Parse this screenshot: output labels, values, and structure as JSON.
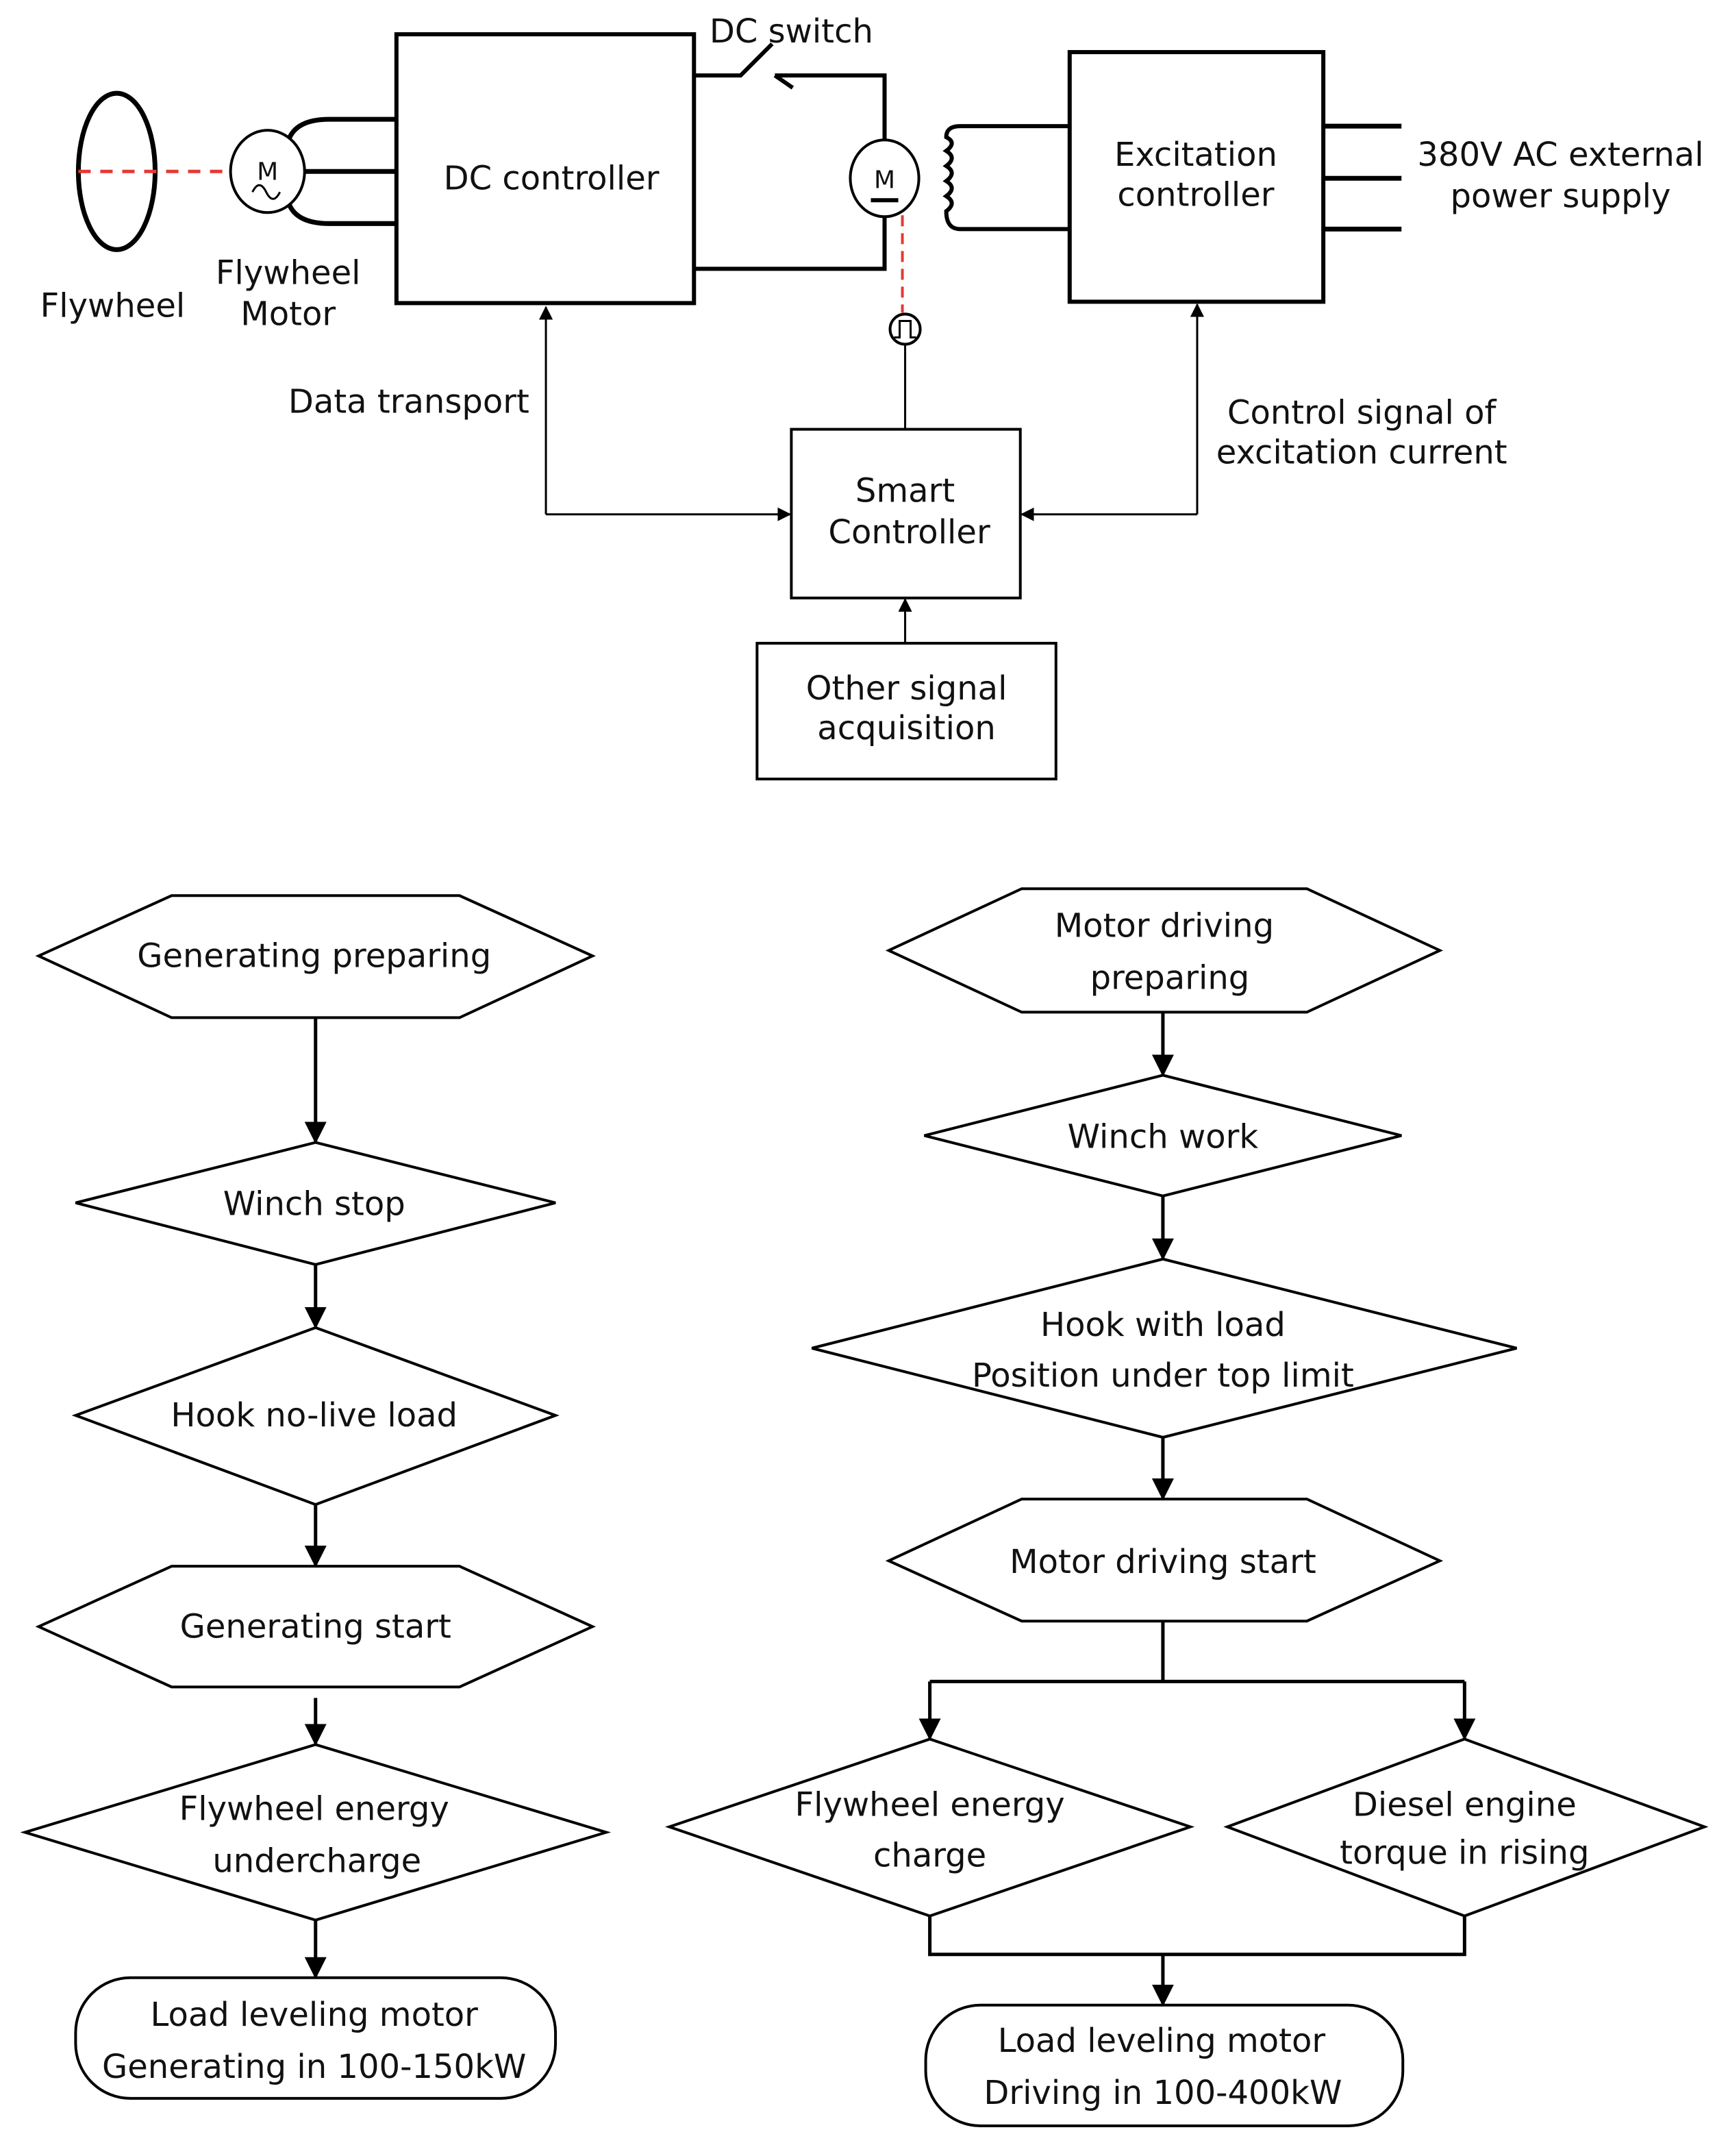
{
  "system_diagram": {
    "flywheel": "Flywheel",
    "flywheel_motor": [
      "Flywheel",
      "Motor"
    ],
    "motor_symbol": "M",
    "dc_controller": "DC controller",
    "dc_switch": "DC switch",
    "excitation_controller": [
      "Excitation",
      "controller"
    ],
    "power_supply": [
      "380V AC external",
      "power supply"
    ],
    "data_transport": "Data transport",
    "control_signal": [
      "Control signal of",
      "excitation current"
    ],
    "smart_controller": [
      "Smart",
      "Controller"
    ],
    "other_signal": [
      "Other signal",
      "acquisition"
    ],
    "colors": {
      "mechanical_link": "#e53935",
      "lines": "#000000"
    }
  },
  "generating_flow": {
    "steps": [
      {
        "shape": "hexagon",
        "lines": [
          "Generating preparing"
        ]
      },
      {
        "shape": "diamond",
        "lines": [
          "Winch stop"
        ]
      },
      {
        "shape": "diamond",
        "lines": [
          "Hook no-live load"
        ]
      },
      {
        "shape": "hexagon",
        "lines": [
          "Generating start"
        ]
      },
      {
        "shape": "diamond",
        "lines": [
          "Flywheel energy",
          "undercharge"
        ]
      },
      {
        "shape": "rounded-rect",
        "lines": [
          "Load leveling motor",
          "Generating in 100-150kW"
        ]
      }
    ]
  },
  "driving_flow": {
    "steps": [
      {
        "shape": "hexagon",
        "lines": [
          "Motor driving",
          "preparing"
        ]
      },
      {
        "shape": "diamond",
        "lines": [
          "Winch work"
        ]
      },
      {
        "shape": "diamond",
        "lines": [
          "Hook with load",
          "Position under top limit"
        ]
      },
      {
        "shape": "hexagon",
        "lines": [
          "Motor driving start"
        ]
      },
      {
        "shape": "diamond",
        "lines": [
          "Flywheel energy",
          "charge"
        ]
      },
      {
        "shape": "diamond",
        "lines": [
          "Diesel engine",
          "torque in rising"
        ]
      },
      {
        "shape": "rounded-rect",
        "lines": [
          "Load leveling motor",
          "Driving in 100-400kW"
        ]
      }
    ]
  }
}
